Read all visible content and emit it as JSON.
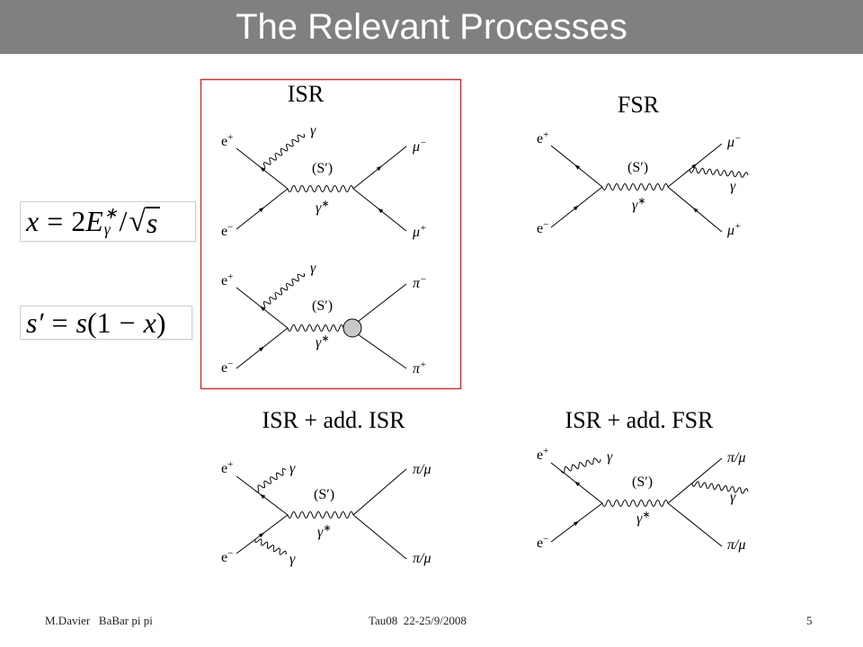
{
  "header": {
    "title": "The Relevant Processes"
  },
  "colors": {
    "header_bg": "#808080",
    "title_text": "#ffffff",
    "isr_box_border": "#c83737",
    "blob_fill": "#c8c8c8"
  },
  "labels": {
    "isr": "ISR",
    "fsr": "FSR",
    "isr_add_isr": "ISR + add. ISR",
    "isr_add_fsr": "ISR + add. FSR"
  },
  "formulas": {
    "x_definition": {
      "lhs": "x",
      "eq": "=",
      "coef_num": "2",
      "coef_var": "E",
      "sup": "∗",
      "sub": "γ",
      "slash": "/",
      "root": "√",
      "radicand": "s"
    },
    "s_prime_definition": {
      "lhs": "s′",
      "eq": "=",
      "rhs_s": "s",
      "rhs_open": "(1",
      "rhs_minus": "−",
      "rhs_x": "x",
      "rhs_close": ")"
    }
  },
  "diagrams": {
    "isr_mumu": {
      "e_top": {
        "base": "e",
        "sup": "+"
      },
      "e_bottom": {
        "base": "e",
        "sup": "−"
      },
      "photon": "γ",
      "s_prime": "(S′)",
      "virtual": {
        "base": "γ",
        "sup": "∗"
      },
      "out_top": {
        "base": "μ",
        "sup": "−"
      },
      "out_bottom": {
        "base": "μ",
        "sup": "+"
      }
    },
    "isr_pipi": {
      "e_top": {
        "base": "e",
        "sup": "+"
      },
      "e_bottom": {
        "base": "e",
        "sup": "−"
      },
      "photon": "γ",
      "s_prime": "(S′)",
      "virtual": {
        "base": "γ",
        "sup": "∗"
      },
      "out_top": {
        "base": "π",
        "sup": "−"
      },
      "out_bottom": {
        "base": "π",
        "sup": "+"
      }
    },
    "fsr_mumu": {
      "e_top": {
        "base": "e",
        "sup": "+"
      },
      "e_bottom": {
        "base": "e",
        "sup": "−"
      },
      "photon": "γ",
      "s_prime": "(S′)",
      "virtual": {
        "base": "γ",
        "sup": "∗"
      },
      "out_top": {
        "base": "μ",
        "sup": "−"
      },
      "out_bottom": {
        "base": "μ",
        "sup": "+"
      }
    },
    "isr_add_isr": {
      "e_top": {
        "base": "e",
        "sup": "+"
      },
      "e_bottom": {
        "base": "e",
        "sup": "−"
      },
      "photon_top": "γ",
      "photon_bottom": "γ",
      "s_prime": "(S′)",
      "virtual": {
        "base": "γ",
        "sup": "∗"
      },
      "out_top": "π/μ",
      "out_bottom": "π/μ"
    },
    "isr_add_fsr": {
      "e_top": {
        "base": "e",
        "sup": "+"
      },
      "e_bottom": {
        "base": "e",
        "sup": "−"
      },
      "photon_isr": "γ",
      "photon_fsr": "γ",
      "s_prime": "(S′)",
      "virtual": {
        "base": "γ",
        "sup": "∗"
      },
      "out_top": "π/μ",
      "out_bottom": "π/μ"
    }
  },
  "footer": {
    "author": "M.Davier   BaBar pi pi",
    "conference": "Tau08  22-25/9/2008",
    "page": "5"
  }
}
